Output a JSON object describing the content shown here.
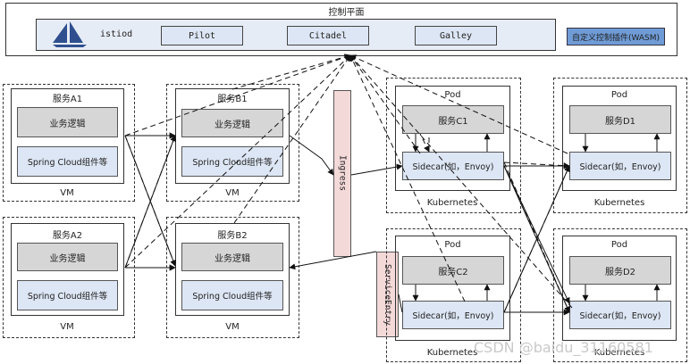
{
  "control_plane": {
    "title": "控制平面",
    "istiod": "istiod",
    "pilot": "Pilot",
    "citadel": "Citadel",
    "galley": "Galley",
    "plugin": "自定义控制插件(WASM)"
  },
  "vm_a1": {
    "service": "服务A1",
    "logic": "业务逻辑",
    "framework": "Spring Cloud组件等",
    "label": "VM"
  },
  "vm_b1": {
    "service": "服务B1",
    "logic": "业务逻辑",
    "framework": "Spring Cloud组件等",
    "label": "VM"
  },
  "vm_a2": {
    "service": "服务A2",
    "logic": "业务逻辑",
    "framework": "Spring Cloud组件等",
    "label": "VM"
  },
  "vm_b2": {
    "service": "服务B2",
    "logic": "业务逻辑",
    "framework": "Spring Cloud组件等",
    "label": "VM"
  },
  "ingress": "Ingress",
  "service_entry": "ServiceEntry",
  "k8s_c1": {
    "pod": "Pod",
    "service": "服务C1",
    "sidecar": "Sidecar(如，Envoy)",
    "label": "Kubernetes"
  },
  "k8s_d1": {
    "pod": "Pod",
    "service": "服务D1",
    "sidecar": "Sidecar(如，Envoy)",
    "label": "Kubernetes"
  },
  "k8s_c2": {
    "pod": "Pod",
    "service": "服务C2",
    "sidecar": "Sidecar(如，Envoy)",
    "label": "Kubernetes"
  },
  "k8s_d2": {
    "pod": "Pod",
    "service": "服务D2",
    "sidecar": "Sidecar(如，Envoy)",
    "label": "Kubernetes"
  },
  "watermark": "CSDN @baidu_31160581",
  "colors": {
    "gray_box": "#d6d6d6",
    "blue_box": "#dde6f4",
    "pink_box": "#f4d9d9",
    "plugin_box": "#6f9bd6"
  }
}
